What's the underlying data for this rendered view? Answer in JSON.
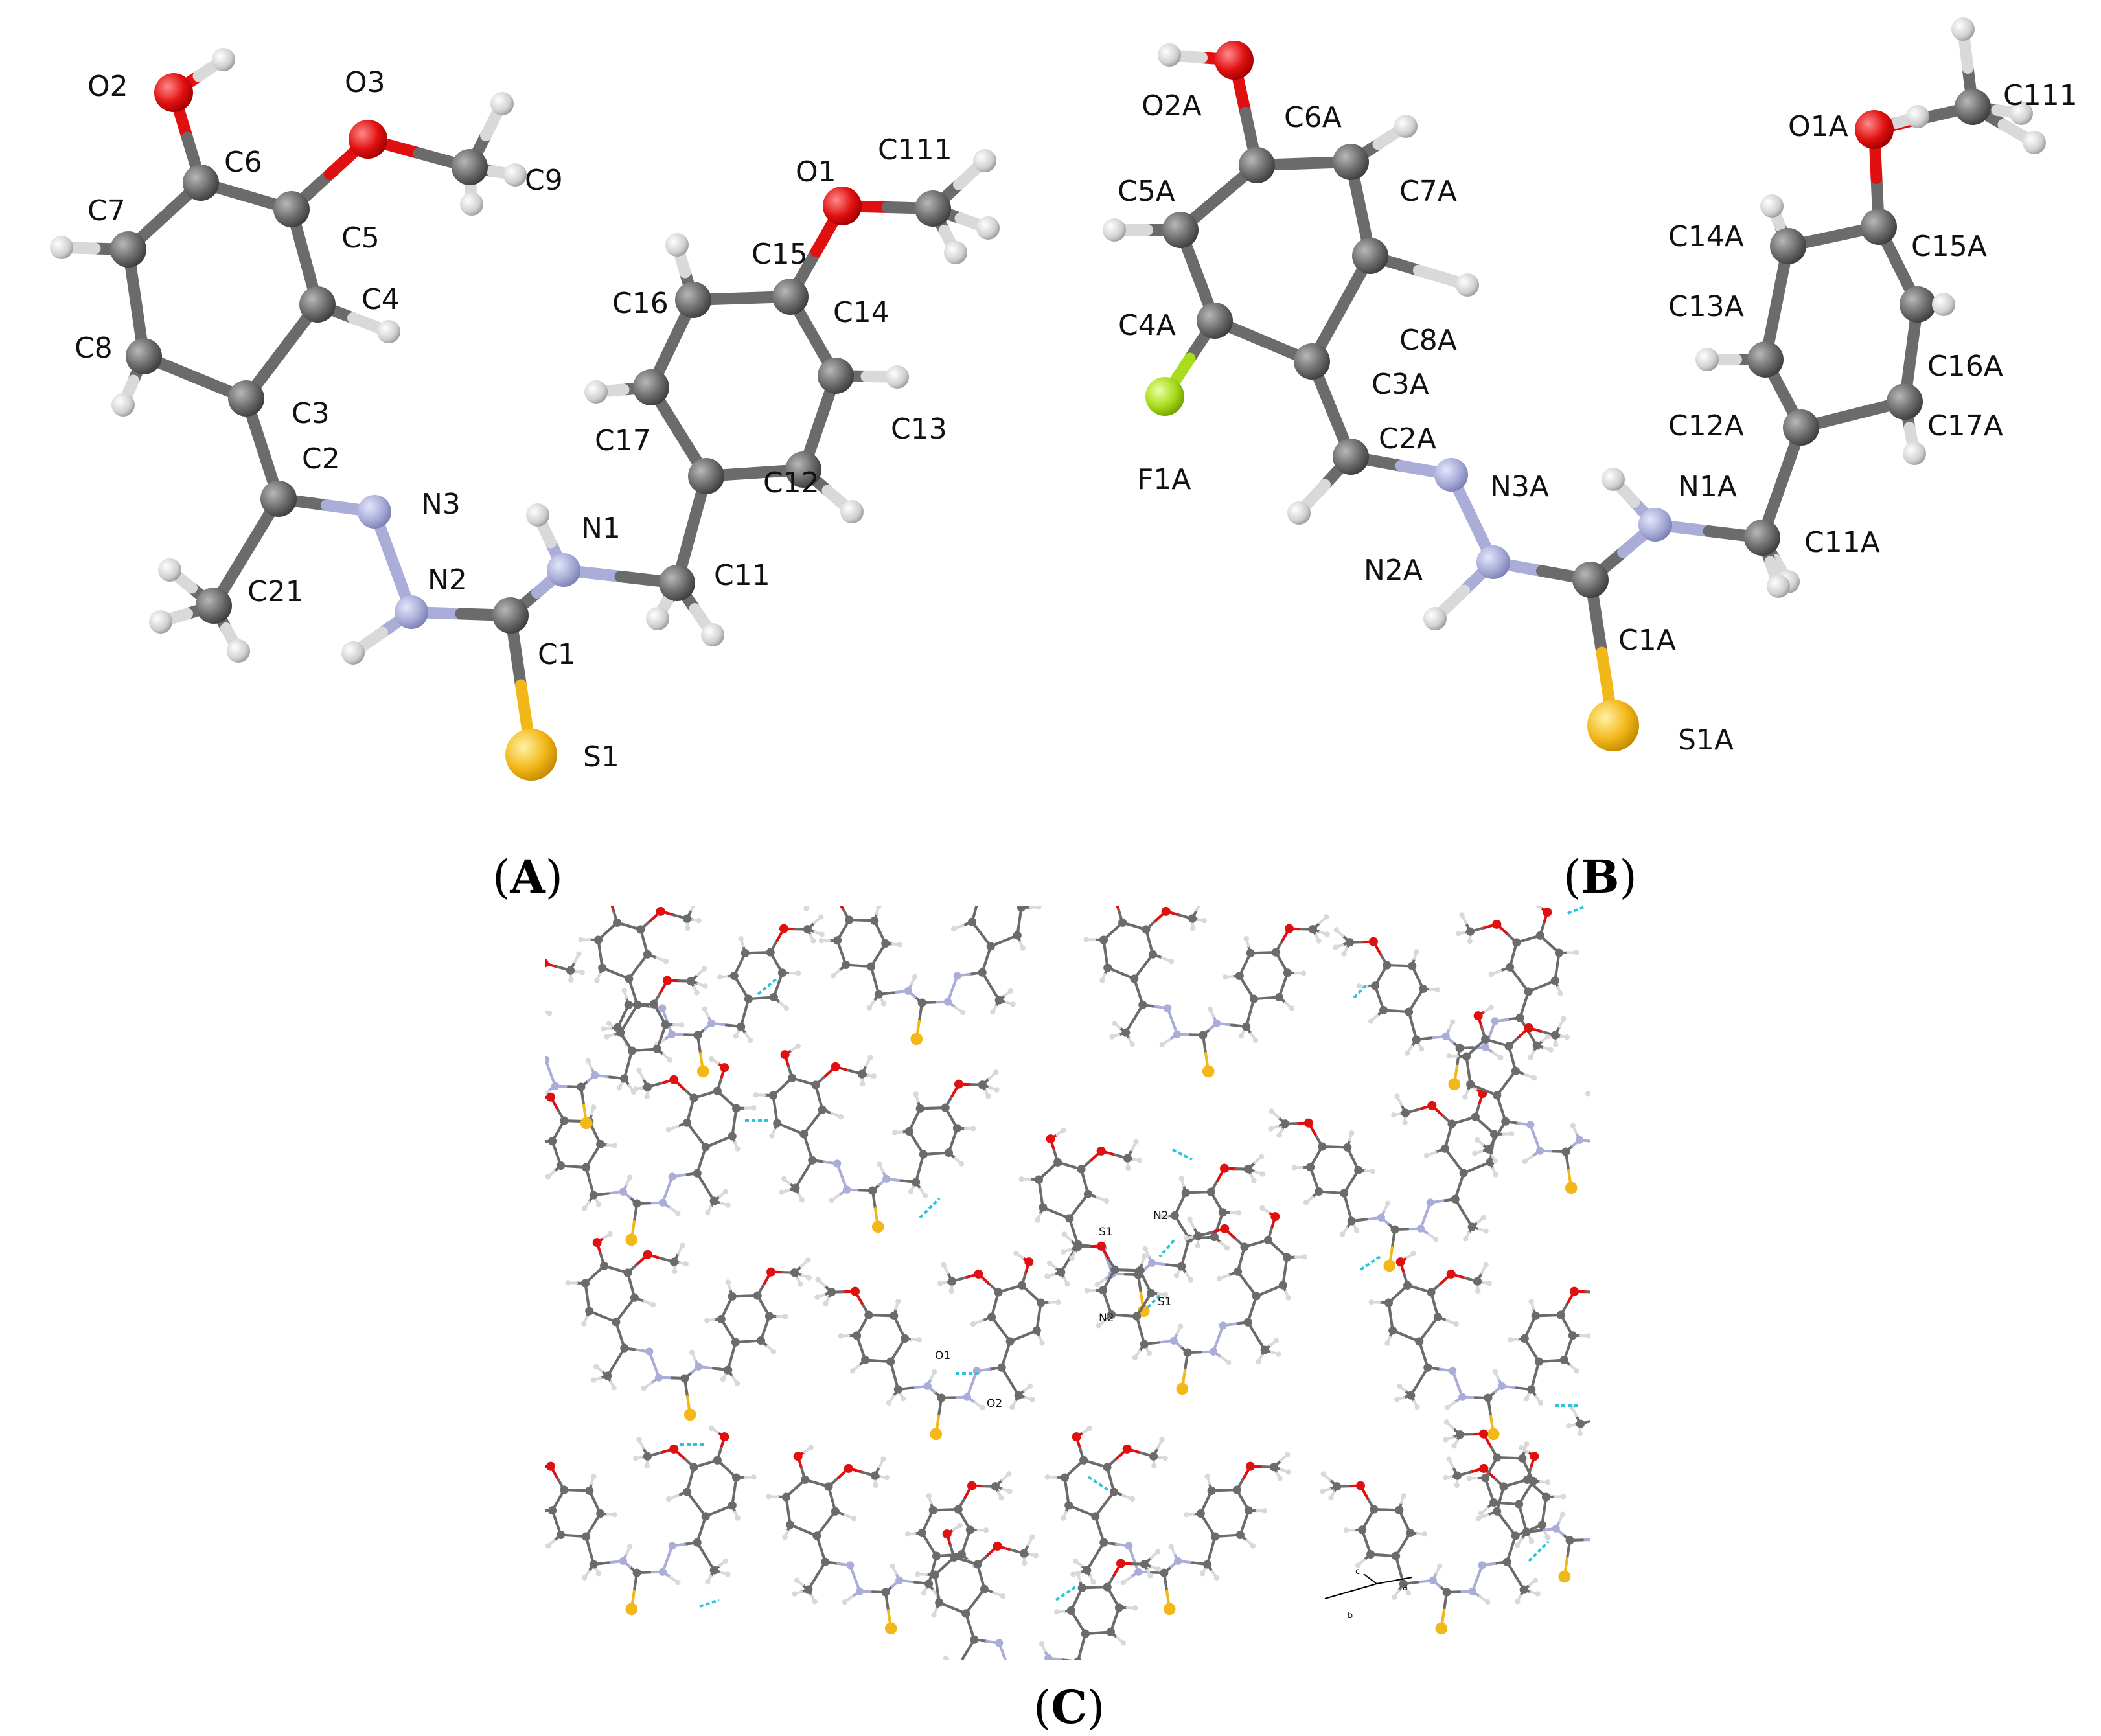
{
  "panelA": {
    "atoms": {
      "O2": "O2",
      "O3": "O3",
      "C6": "C6",
      "C9": "C9",
      "C7": "C7",
      "C5": "C5",
      "C4": "C4",
      "C8": "C8",
      "C3": "C3",
      "C2": "C2",
      "N3": "N3",
      "N2": "N2",
      "C21": "C21",
      "N1": "N1",
      "C1": "C1",
      "S1": "S1",
      "O1": "O1",
      "C111": "C111",
      "C15": "C15",
      "C16": "C16",
      "C14": "C14",
      "C17": "C17",
      "C13": "C13",
      "C12": "C12",
      "C11": "C11"
    },
    "caption": "A"
  },
  "panelB": {
    "atoms": {
      "O2A": "O2A",
      "C6A": "C6A",
      "C5A": "C5A",
      "C7A": "C7A",
      "C4A": "C4A",
      "C8A": "C8A",
      "C3A": "C3A",
      "F1A": "F1A",
      "C2A": "C2A",
      "N3A": "N3A",
      "N2A": "N2A",
      "N1A": "N1A",
      "C11A": "C11A",
      "C1A": "C1A",
      "S1A": "S1A",
      "O1A": "O1A",
      "C111": "C111",
      "C14A": "C14A",
      "C15A": "C15A",
      "C13A": "C13A",
      "C16A": "C16A",
      "C12A": "C12A",
      "C17A": "C17A"
    },
    "caption": "B"
  },
  "panelC": {
    "labels": {
      "S1_top": "S1",
      "N2_top": "N2",
      "S1_bot": "S1",
      "N2_bot": "N2",
      "O1": "O1",
      "O2": "O2"
    },
    "axes": {
      "c": "c",
      "a": "a",
      "b": "b"
    },
    "caption": "C"
  },
  "colors": {
    "carbon": "#6b6b6b",
    "hydrogen": "#d9d9d9",
    "nitrogen": "#a9add8",
    "oxygen": "#e01010",
    "sulfur": "#f2b81a",
    "fluorine": "#a8dc1c",
    "hbond": "#29c6d8"
  }
}
